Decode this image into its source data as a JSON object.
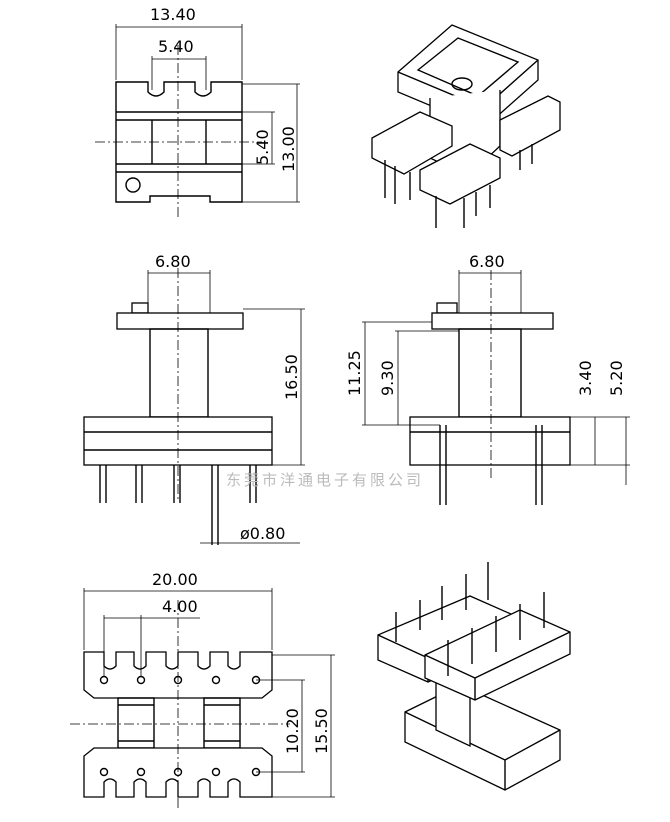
{
  "watermark": "东莞市洋通电子有限公司",
  "top_left_view": {
    "width_overall": "13.40",
    "slot_width": "5.40",
    "window_height": "5.40",
    "height_overall": "13.00"
  },
  "middle_left_view": {
    "core_width": "6.80",
    "height_overall": "16.50",
    "pin_diameter": "ø0.80"
  },
  "middle_right_view": {
    "core_width": "6.80",
    "height_a": "11.25",
    "height_b": "9.30",
    "height_c": "3.40",
    "height_d": "5.20"
  },
  "bottom_left_view": {
    "width_overall": "20.00",
    "pin_pitch": "4.00",
    "inner_height": "10.20",
    "height_overall": "15.50"
  }
}
